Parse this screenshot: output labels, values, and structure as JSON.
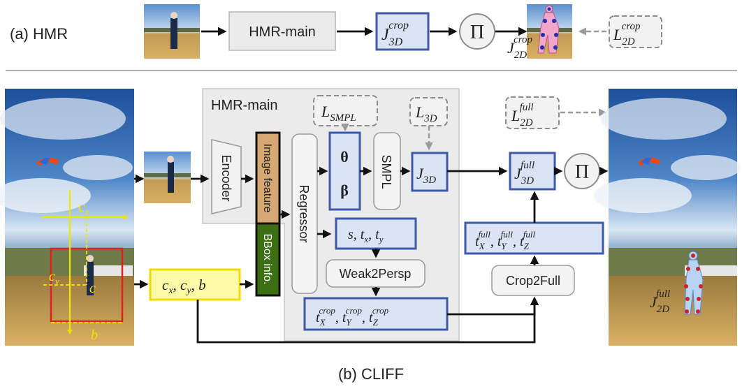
{
  "hmr": {
    "label": "(a) HMR",
    "main_label": "HMR-main",
    "j3d_crop": {
      "base": "J",
      "sub": "3D",
      "sup": "crop"
    },
    "projection": "Π",
    "j2d_crop": {
      "base": "J",
      "sub": "2D",
      "sup": "crop"
    },
    "l2d_crop": {
      "base": "L",
      "sub": "2D",
      "sup": "crop"
    }
  },
  "cliff": {
    "label": "(b) CLIFF",
    "main_title": "HMR-main",
    "encoder": "Encoder",
    "image_feature": "Image feature",
    "bbox_info": "BBox info.",
    "regressor": "Regressor",
    "theta": "θ",
    "beta": "β",
    "smpl": "SMPL",
    "l_smpl": {
      "base": "L",
      "sub": "SMPL"
    },
    "l_3d": {
      "base": "L",
      "sub": "3D"
    },
    "j3d": {
      "base": "J",
      "sub": "3D"
    },
    "cam": {
      "s": "s",
      "tx": "t",
      "x": "x",
      "ty": "t",
      "y": "y"
    },
    "weak2persp": "Weak2Persp",
    "t_crop": {
      "t": "t",
      "sup": "crop",
      "X": "X",
      "Y": "Y",
      "Z": "Z"
    },
    "crop2full": "Crop2Full",
    "t_full": {
      "t": "t",
      "sup": "full",
      "X": "X",
      "Y": "Y",
      "Z": "Z"
    },
    "j3d_full": {
      "base": "J",
      "sub": "3D",
      "sup": "full"
    },
    "projection": "Π",
    "l2d_full": {
      "base": "L",
      "sub": "2D",
      "sup": "full"
    },
    "j2d_full": {
      "base": "J",
      "sub": "2D",
      "sup": "full"
    },
    "bbox_input": {
      "cx": "c",
      "x": "x",
      "cy": "c",
      "y": "y",
      "b": "b"
    },
    "photo_labels": {
      "cx": "c",
      "cx_sub": "x",
      "cy": "c",
      "cy_sub": "y",
      "c": "c",
      "b": "b"
    }
  },
  "colors": {
    "accent_blue": "#3d5aa8",
    "bbox_yellow": "#f2e500",
    "crop_red": "#e0201c",
    "bbox_green": "#3c6e12",
    "feature_tan": "#d6a873"
  }
}
